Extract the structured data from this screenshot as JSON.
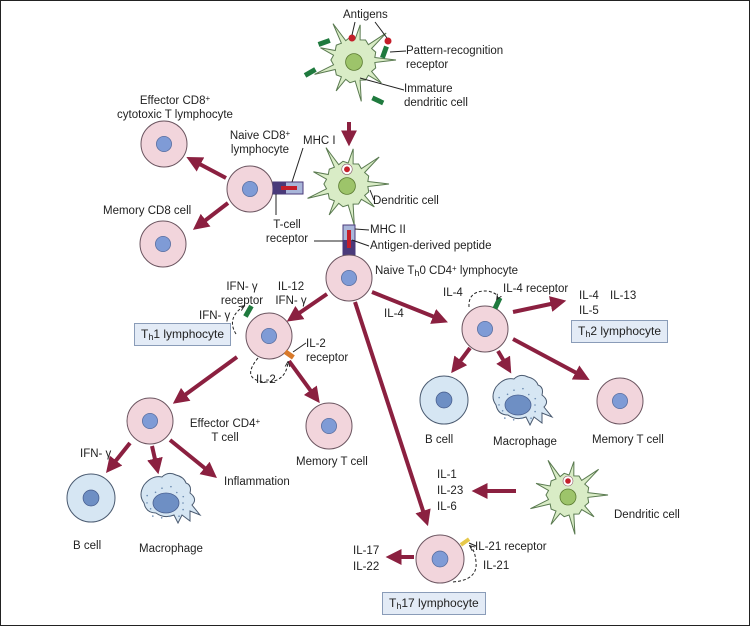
{
  "diagram": {
    "type": "flow",
    "colors": {
      "arrow": "#8b2040",
      "t_cell_fill": "#f2d5dc",
      "t_cell_stroke": "#6b5560",
      "nucleus": "#7f9bd6",
      "b_cell_fill": "#d6e6f3",
      "b_nucleus": "#6e8fc4",
      "dendritic_fill": "#d9ecc6",
      "dendritic_nucleus": "#9dc46a",
      "receptor_green": "#1f7a3e",
      "receptor_orange": "#d97a2a",
      "receptor_yellow": "#e6c84a",
      "mhc_purple": "#4a3a7a",
      "mhc_light": "#a9b6d9",
      "peptide_red": "#c41e2a",
      "label_box_fill": "#e3ebf6"
    },
    "top_dendritic": {
      "antigens_label": "Antigens",
      "prr_label_1": "Pattern-recognition",
      "prr_label_2": "receptor",
      "immature_label_1": "Immature",
      "immature_label_2": "dendritic cell"
    },
    "center": {
      "dendritic_label": "Dendritic cell",
      "mhc1_label": "MHC I",
      "mhc2_label": "MHC II",
      "peptide_label": "Antigen-derived peptide",
      "tcr_label_1": "T-cell",
      "tcr_label_2": "receptor",
      "naive_cd8_label_1": "Naive CD8",
      "naive_cd8_sup": "+",
      "naive_cd8_label_2": "lymphocyte",
      "naive_th0_pre": "Naive T",
      "naive_th0_sub": "h",
      "naive_th0_mid": "0 CD4",
      "naive_th0_sup": "+",
      "naive_th0_post": " lymphocyte"
    },
    "cd8_branch": {
      "effector_label_1": "Effector CD8",
      "effector_sup": "+",
      "effector_label_2": "cytotoxic T lymphocyte",
      "memory_label": "Memory CD8 cell"
    },
    "th1_branch": {
      "inducers_1": "IL-12",
      "inducers_2": "IFN- γ",
      "ifng_receptor_1": "IFN- γ",
      "ifng_receptor_2": "receptor",
      "ifng_loop": "IFN- γ",
      "box_pre": "T",
      "box_sub": "h",
      "box_post": "1 lymphocyte",
      "il2_receptor_1": "IL-2",
      "il2_receptor_2": "receptor",
      "il2_loop": "IL-2",
      "effector_cd4_1": "Effector CD4",
      "effector_cd4_sup": "+",
      "effector_cd4_2": "T cell",
      "memory_label": "Memory T cell",
      "ifng_out": "IFN- γ",
      "b_cell": "B cell",
      "macrophage": "Macrophage",
      "inflammation": "Inflammation"
    },
    "th2_branch": {
      "inducer": "IL-4",
      "loop_label": "IL-4",
      "receptor_label": "IL-4 receptor",
      "secreted_1": "IL-4",
      "secreted_2": "IL-13",
      "secreted_3": "IL-5",
      "box_pre": "T",
      "box_sub": "h",
      "box_post": "2 lymphocyte",
      "b_cell": "B cell",
      "macrophage": "Macrophage",
      "memory_label": "Memory T cell"
    },
    "th17_branch": {
      "dc_cytokines": [
        "IL-1",
        "IL-23",
        "IL-6"
      ],
      "dendritic_label": "Dendritic cell",
      "receptor_label": "IL-21 receptor",
      "loop_label": "IL-21",
      "secreted": [
        "IL-17",
        "IL-22"
      ],
      "box_pre": "T",
      "box_sub": "h",
      "box_post": "17 lymphocyte"
    }
  }
}
